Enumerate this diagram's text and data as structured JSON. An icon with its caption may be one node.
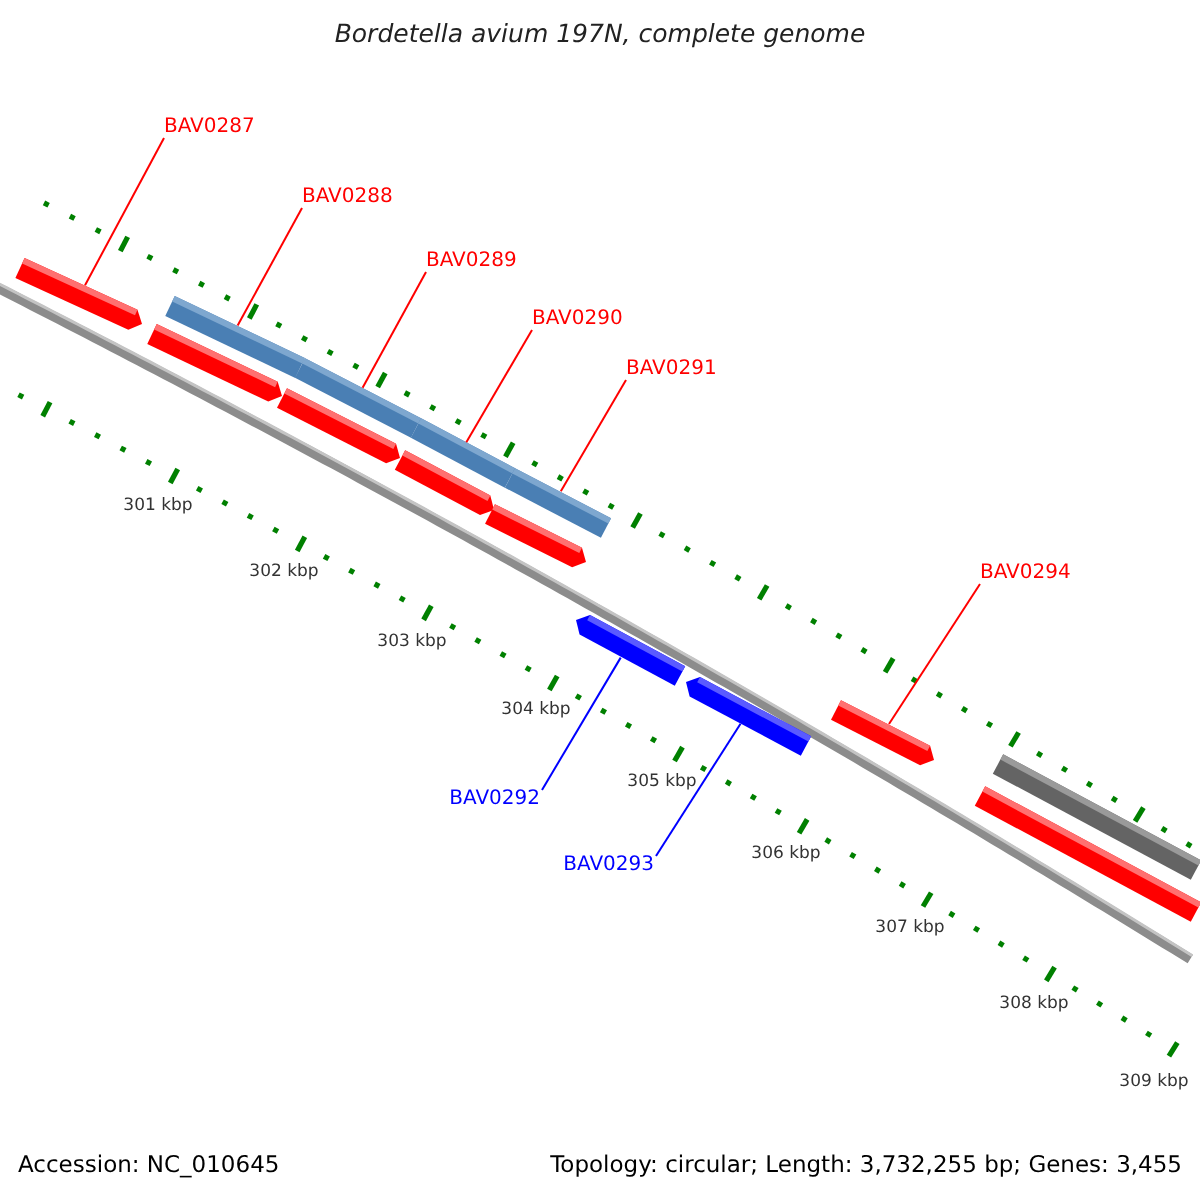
{
  "diagram": {
    "title": "Bordetella avium 197N, complete genome",
    "nodes": [
      {
        "text": [
          "BAV0287"
        ]
      },
      {
        "text": [
          "BAV0288"
        ]
      },
      {
        "text": [
          "BAV0289"
        ]
      },
      {
        "text": [
          "BAV0290"
        ]
      },
      {
        "text": [
          "BAV0291"
        ]
      },
      {
        "text": [
          "BAV0294"
        ]
      },
      {
        "text": [
          "BAV0292"
        ]
      },
      {
        "text": [
          "BAV0293"
        ]
      },
      {
        "text": [],
        "shape": "bar"
      },
      {
        "text": [],
        "shape": "bar"
      },
      {
        "text": [],
        "shape": "bar"
      },
      {
        "text": [],
        "shape": "bar"
      },
      {
        "text": [],
        "shape": "bar"
      },
      {
        "text": [],
        "shape": "bar"
      },
      {
        "text": [],
        "shape": "bar"
      },
      {
        "text": [],
        "shape": "bar"
      },
      {
        "text": [],
        "shape": "bar"
      },
      {
        "text": [],
        "shape": "bar"
      },
      {
        "text": [],
        "shape": "bar"
      },
      {
        "text": [],
        "shape": "bar"
      },
      {
        "text": [],
        "shape": "bar"
      },
      {
        "text": [],
        "shape": "bar"
      }
    ],
    "edges": [
      {
        "from": 0,
        "to": 8,
        "arrow": "none"
      },
      {
        "from": 1,
        "to": 9,
        "arrow": "none"
      },
      {
        "from": 2,
        "to": 11,
        "arrow": "none"
      },
      {
        "from": 3,
        "to": 13,
        "arrow": "none"
      },
      {
        "from": 4,
        "to": 15,
        "arrow": "none"
      },
      {
        "from": 5,
        "to": 19,
        "arrow": "none"
      },
      {
        "from": 6,
        "to": 17,
        "arrow": "none",
        "color": "#0000ff"
      },
      {
        "from": 7,
        "to": 18,
        "arrow": "none",
        "color": "#0000ff"
      }
    ],
    "labels": [
      "301 kbp",
      "302 kbp",
      "303 kbp",
      "304 kbp",
      "305 kbp",
      "306 kbp",
      "307 kbp",
      "308 kbp",
      "309 kbp",
      "Accession: NC_010645",
      "Topology: circular; Length: 3,732,255 bp; Genes: 3,455"
    ]
  }
}
